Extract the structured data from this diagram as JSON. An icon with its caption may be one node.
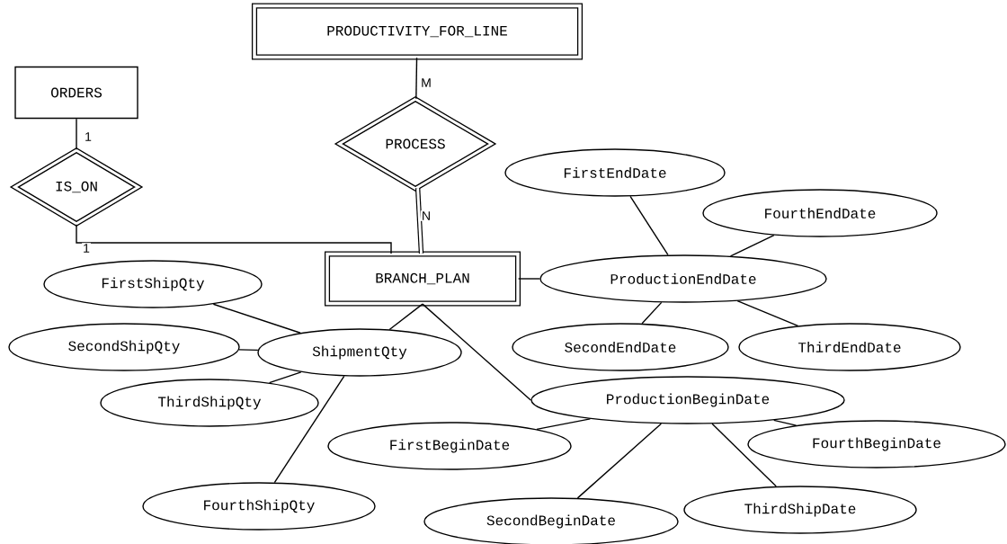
{
  "diagram": {
    "nodes": [
      {
        "text": [
          "PRODUCTIVITY_FOR_LINE"
        ]
      },
      {
        "text": [
          "ORDERS"
        ]
      },
      {
        "text": [
          "PROCESS"
        ]
      },
      {
        "text": [
          "IS_ON"
        ]
      },
      {
        "text": [
          "BRANCH_PLAN"
        ]
      },
      {
        "text": [
          "FirstShipQty"
        ]
      },
      {
        "text": [
          "SecondShipQty"
        ]
      },
      {
        "text": [
          "ShipmentQty"
        ]
      },
      {
        "text": [
          "ThirdShipQty"
        ]
      },
      {
        "text": [
          "FourthShipQty"
        ]
      },
      {
        "text": [
          "FirstEndDate"
        ]
      },
      {
        "text": [
          "FourthEndDate"
        ]
      },
      {
        "text": [
          "ProductionEndDate"
        ]
      },
      {
        "text": [
          "SecondEndDate"
        ]
      },
      {
        "text": [
          "ThirdEndDate"
        ]
      },
      {
        "text": [
          "ProductionBeginDate"
        ]
      },
      {
        "text": [
          "FirstBeginDate"
        ]
      },
      {
        "text": [
          "FourthBeginDate"
        ]
      },
      {
        "text": [
          "SecondBeginDate"
        ]
      },
      {
        "text": [
          "ThirdShipDate"
        ]
      }
    ],
    "edges": [
      {
        "from": 0,
        "to": 2,
        "arrow": "none",
        "label": "M"
      },
      {
        "from": 2,
        "to": 4,
        "arrow": "none",
        "label": "N",
        "style": "thick"
      },
      {
        "from": 1,
        "to": 3,
        "arrow": "none",
        "label": "1"
      },
      {
        "from": 3,
        "to": 4,
        "arrow": "none",
        "label": "1"
      },
      {
        "from": 4,
        "to": 7,
        "arrow": "none"
      },
      {
        "from": 4,
        "to": 12,
        "arrow": "none"
      },
      {
        "from": 4,
        "to": 15,
        "arrow": "none"
      },
      {
        "from": 7,
        "to": 5,
        "arrow": "none"
      },
      {
        "from": 7,
        "to": 6,
        "arrow": "none"
      },
      {
        "from": 7,
        "to": 8,
        "arrow": "none"
      },
      {
        "from": 7,
        "to": 9,
        "arrow": "none"
      },
      {
        "from": 12,
        "to": 10,
        "arrow": "none"
      },
      {
        "from": 12,
        "to": 11,
        "arrow": "none"
      },
      {
        "from": 12,
        "to": 13,
        "arrow": "none"
      },
      {
        "from": 12,
        "to": 14,
        "arrow": "none"
      },
      {
        "from": 15,
        "to": 16,
        "arrow": "none"
      },
      {
        "from": 15,
        "to": 17,
        "arrow": "none"
      },
      {
        "from": 15,
        "to": 18,
        "arrow": "none"
      },
      {
        "from": 15,
        "to": 19,
        "arrow": "none"
      }
    ]
  }
}
